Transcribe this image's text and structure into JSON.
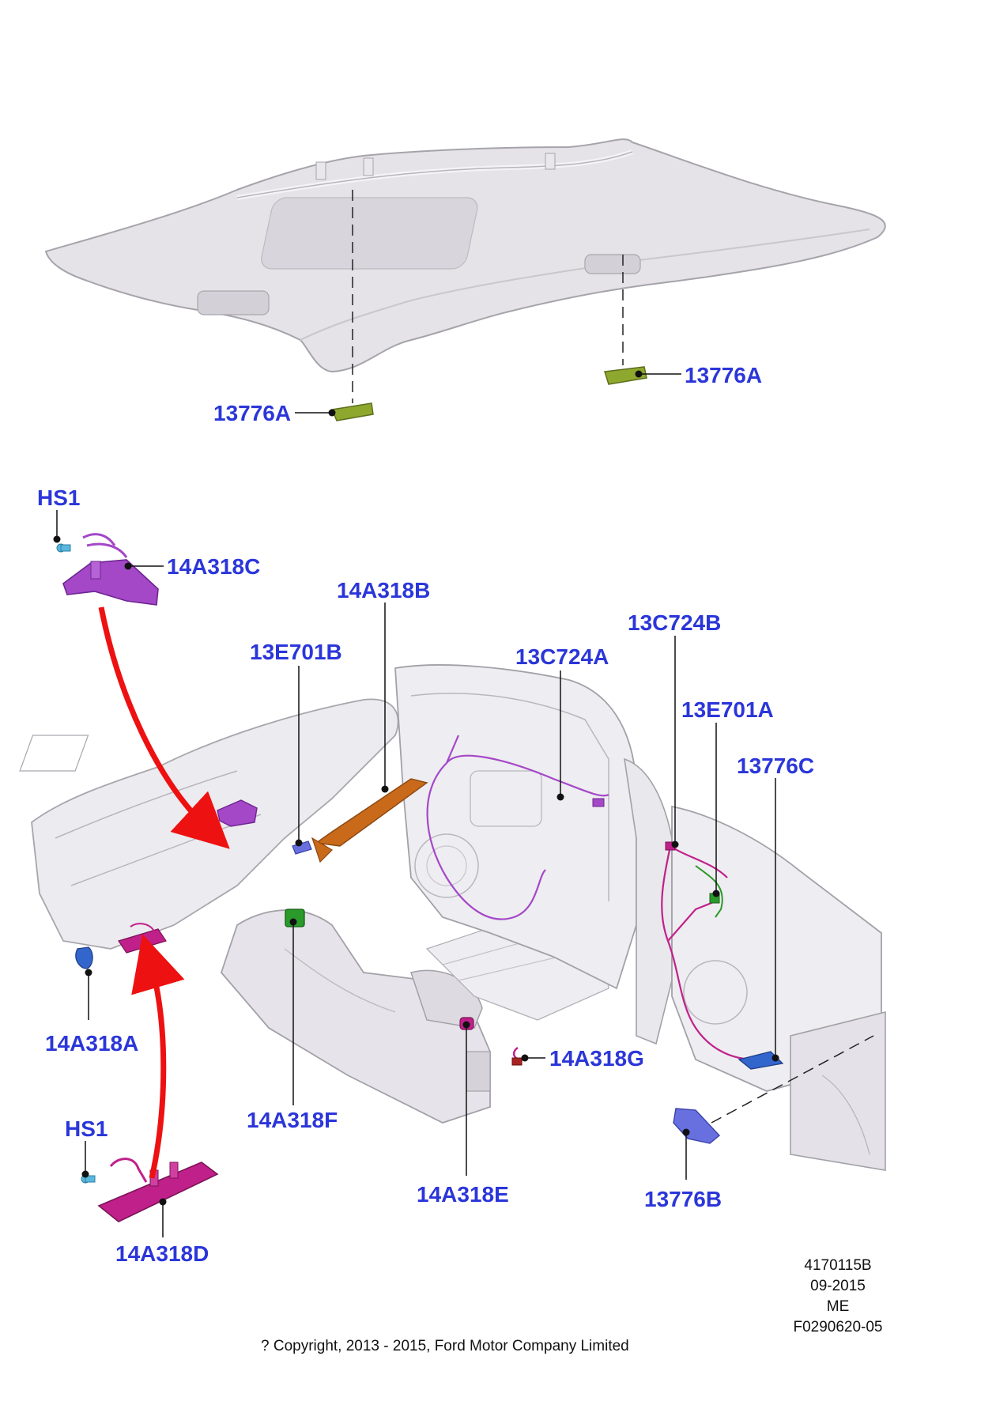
{
  "callouts": {
    "c13776A_left": "13776A",
    "c13776A_right": "13776A",
    "hs1_top": "HS1",
    "c14A318C": "14A318C",
    "c14A318B": "14A318B",
    "c13E701B": "13E701B",
    "c13C724A": "13C724A",
    "c13C724B": "13C724B",
    "c13E701A": "13E701A",
    "c13776C": "13776C",
    "c14A318A": "14A318A",
    "c14A318G": "14A318G",
    "c14A318F": "14A318F",
    "hs1_bottom": "HS1",
    "c14A318E": "14A318E",
    "c13776B": "13776B",
    "c14A318D": "14A318D"
  },
  "info_block": {
    "line1": "4170115B",
    "line2": "09-2015",
    "line3": "ME",
    "line4": "F0290620-05"
  },
  "copyright": "? Copyright, 2013 - 2015, Ford Motor Company Limited",
  "colors": {
    "label": "#2b36d9",
    "body_fill": "#e7e5ea",
    "body_stroke": "#9c9aa2",
    "arrow": "#ee1111",
    "headliner_bracket": "#8ea82e",
    "wire_purple": "#a448c8",
    "wire_magenta": "#c0208a",
    "harness_orange": "#c86a1a",
    "clip_blue": "#3366cc",
    "lamp_blue": "#6870e0",
    "sensor_green": "#2a9a2a",
    "fastener_cyan": "#5bb7dd"
  }
}
